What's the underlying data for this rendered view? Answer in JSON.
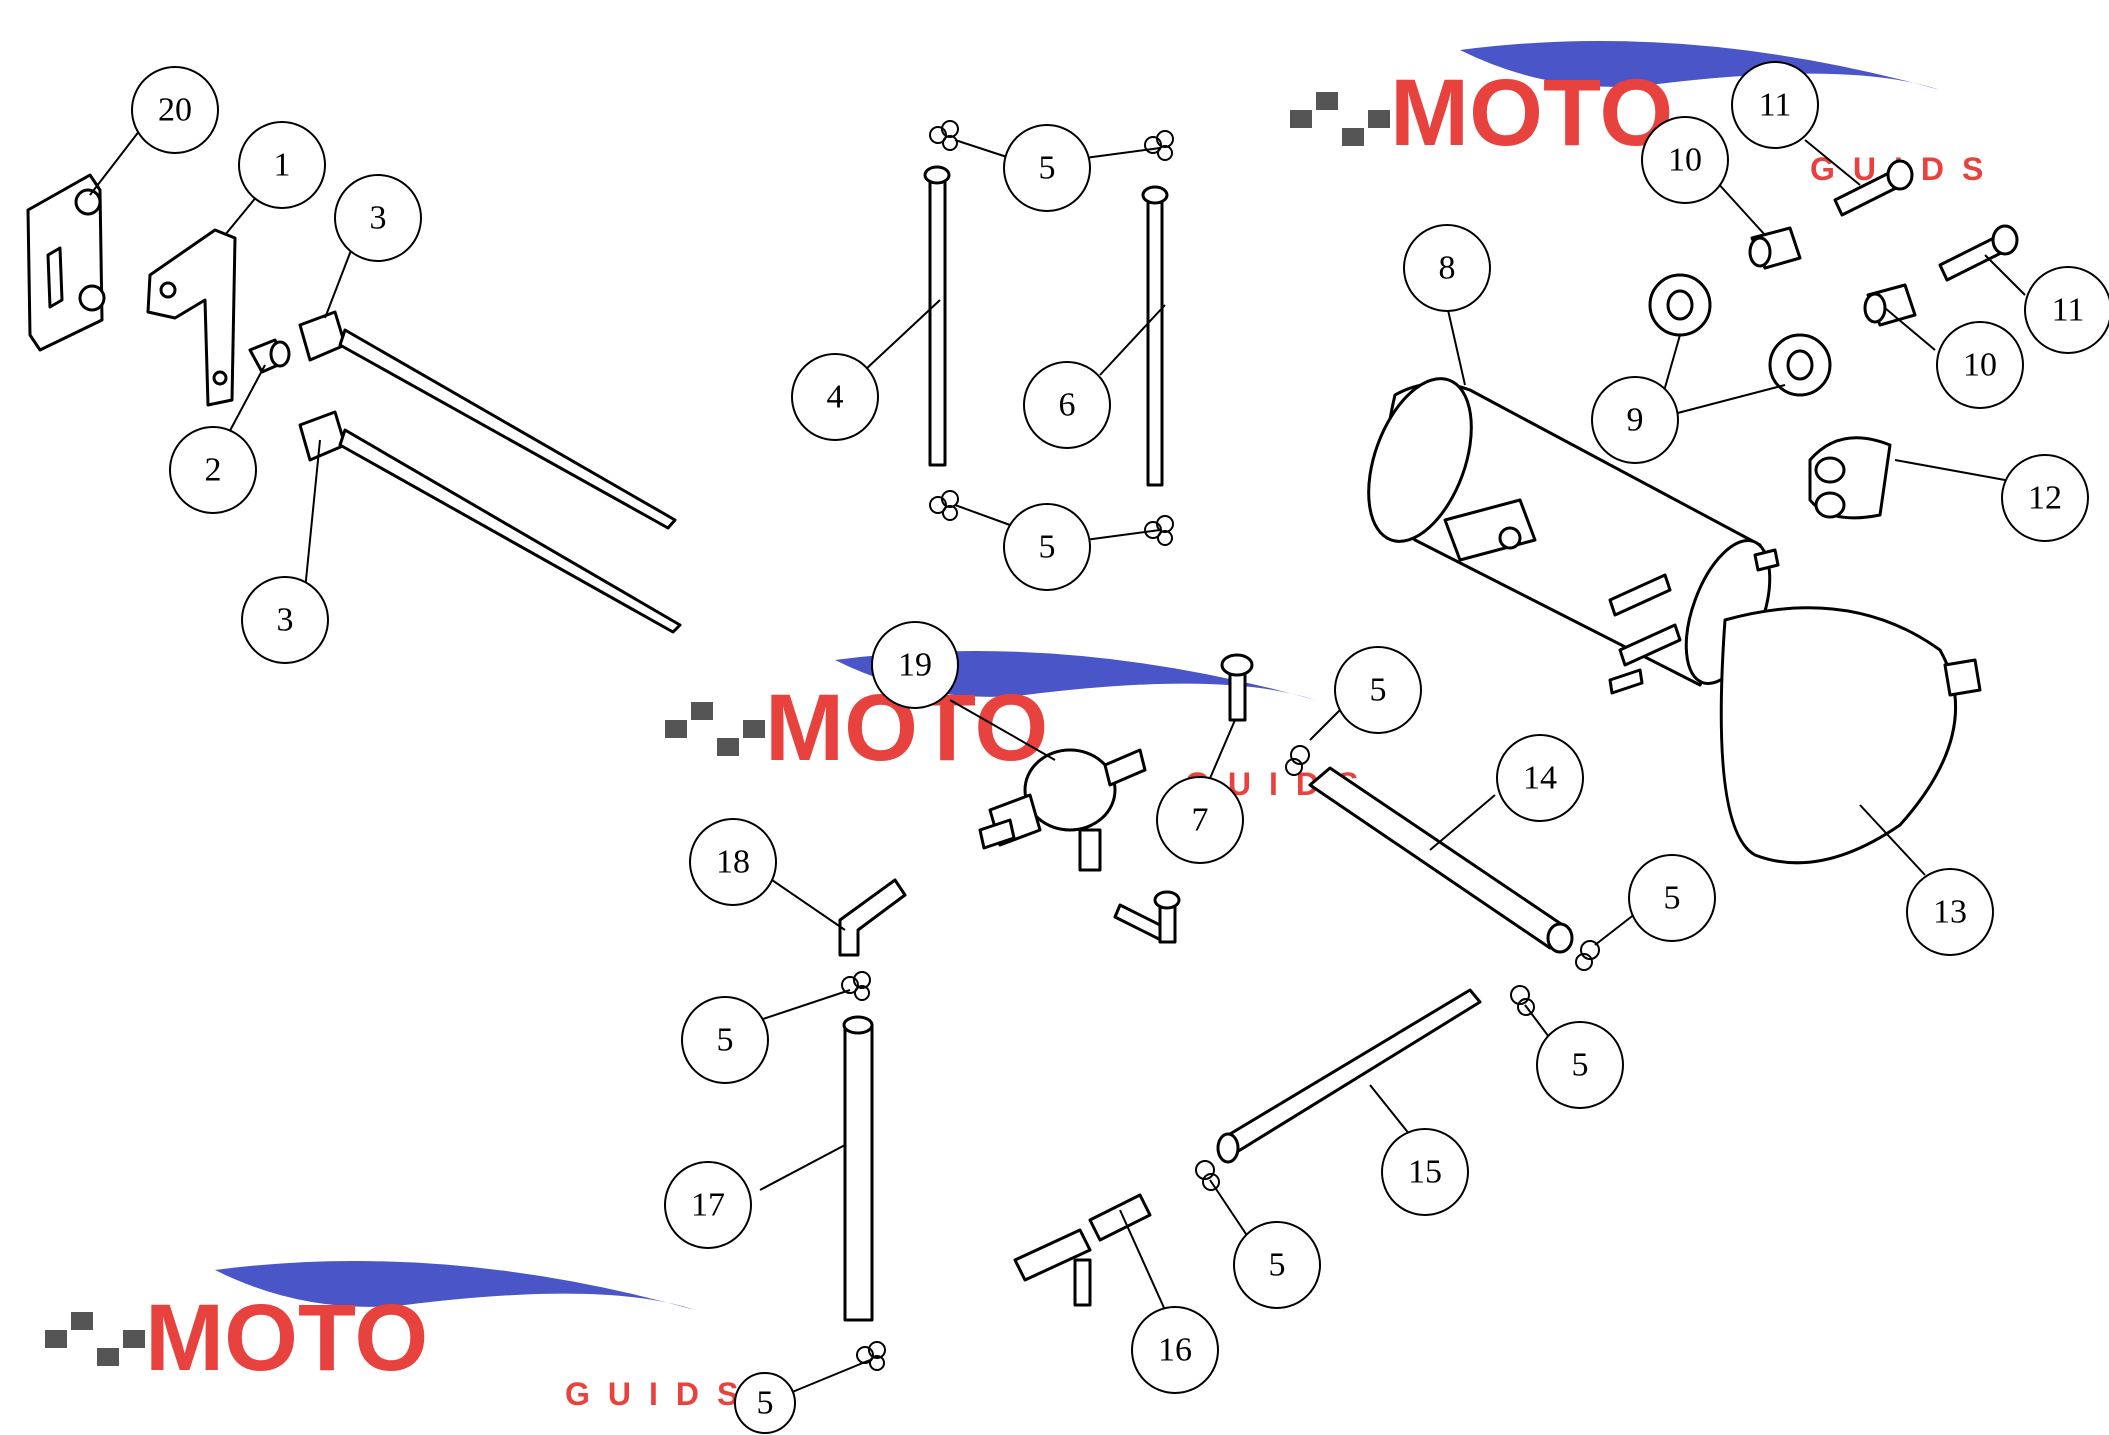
{
  "diagram": {
    "callouts": [
      {
        "id": "c20",
        "label": "20"
      },
      {
        "id": "c1",
        "label": "1"
      },
      {
        "id": "c3a",
        "label": "3"
      },
      {
        "id": "c2",
        "label": "2"
      },
      {
        "id": "c3b",
        "label": "3"
      },
      {
        "id": "c5a",
        "label": "5"
      },
      {
        "id": "c4",
        "label": "4"
      },
      {
        "id": "c6",
        "label": "6"
      },
      {
        "id": "c5b",
        "label": "5"
      },
      {
        "id": "c8",
        "label": "8"
      },
      {
        "id": "c10a",
        "label": "10"
      },
      {
        "id": "c11a",
        "label": "11"
      },
      {
        "id": "c11b",
        "label": "11"
      },
      {
        "id": "c10b",
        "label": "10"
      },
      {
        "id": "c9",
        "label": "9"
      },
      {
        "id": "c12",
        "label": "12"
      },
      {
        "id": "c19",
        "label": "19"
      },
      {
        "id": "c5c",
        "label": "5"
      },
      {
        "id": "c7",
        "label": "7"
      },
      {
        "id": "c14",
        "label": "14"
      },
      {
        "id": "c18",
        "label": "18"
      },
      {
        "id": "c5d",
        "label": "5"
      },
      {
        "id": "c13",
        "label": "13"
      },
      {
        "id": "c5e",
        "label": "5"
      },
      {
        "id": "c5f",
        "label": "5"
      },
      {
        "id": "c17",
        "label": "17"
      },
      {
        "id": "c15",
        "label": "15"
      },
      {
        "id": "c5g",
        "label": "5"
      },
      {
        "id": "c16",
        "label": "16"
      },
      {
        "id": "c5h",
        "label": "5"
      }
    ]
  },
  "watermark": {
    "brand": "MOTO",
    "sub": "GUIDS",
    "colors": {
      "red": "#e8423f",
      "blue": "#4a55c8",
      "gray": "#555555"
    }
  }
}
